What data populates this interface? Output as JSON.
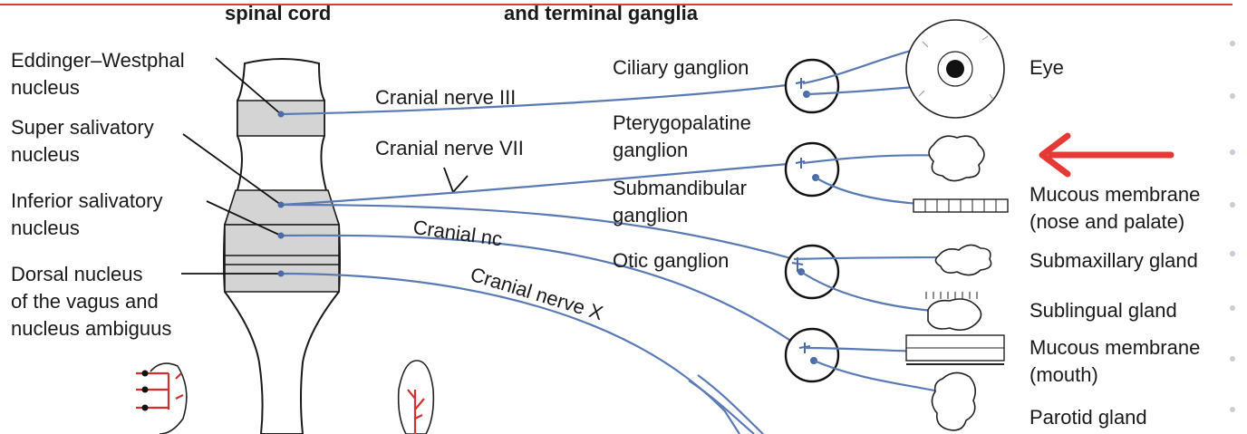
{
  "headers": {
    "left": "spinal cord",
    "middle": "and terminal ganglia"
  },
  "nuclei": [
    "Eddinger–Westphal\nnucleus",
    "Super salivatory\nnucleus",
    "Inferior salivatory\nnucleus",
    "Dorsal nucleus\nof the vagus and\nnucleus ambiguus"
  ],
  "nerves": [
    "Cranial nerve III",
    "Cranial nerve VII",
    "Cranial nc",
    "Cranial nerve X"
  ],
  "ganglia": [
    "Ciliary ganglion",
    "Pterygopalatine\nganglion",
    "Submandibular\nganglion",
    "Otic ganglion"
  ],
  "organs": [
    "Eye",
    "Mucous membrane\n(nose and palate)",
    "Submaxillary gland",
    "Sublingual gland",
    "Mucous membrane\n(mouth)",
    "Parotid gland"
  ],
  "colors": {
    "nerve": "#5a7ab5",
    "annotation_arrow": "#e53935",
    "top_rule": "#e53935",
    "vessel": "#d32f2f",
    "cord_band": "#d4d4d4"
  }
}
